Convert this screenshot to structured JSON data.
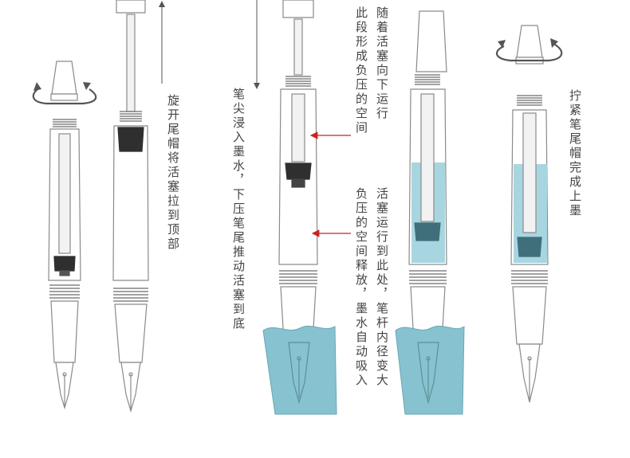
{
  "colors": {
    "outline": "#8a8a8a",
    "dark": "#4a4a4a",
    "ink_fill": "#a8d6e0",
    "ink_pool": "#86c2cf",
    "piston_dark": "#2f2f2f",
    "piston_ink": "#3e6f7a",
    "arrow_red": "#cc2222",
    "text": "#444444"
  },
  "labels": {
    "step1": "旋开尾帽将活塞拉到顶部",
    "step2": "笔尖浸入墨水，下压笔尾推动活塞到底",
    "neg_upper": "此段形成负压的空间",
    "piston_moves_down": "随着活塞向下运行",
    "neg_release": "负压的空间释放，墨水自动吸入",
    "barrel_wider": "活塞运行到此处，笔杆内径变大",
    "step4": "拧紧笔尾帽完成上墨"
  },
  "icons": {
    "rotate_left": "rotate-arrow-icon",
    "rotate_right": "rotate-arrow-icon",
    "pointer_arrows": "red-pointer-arrow-icon"
  }
}
